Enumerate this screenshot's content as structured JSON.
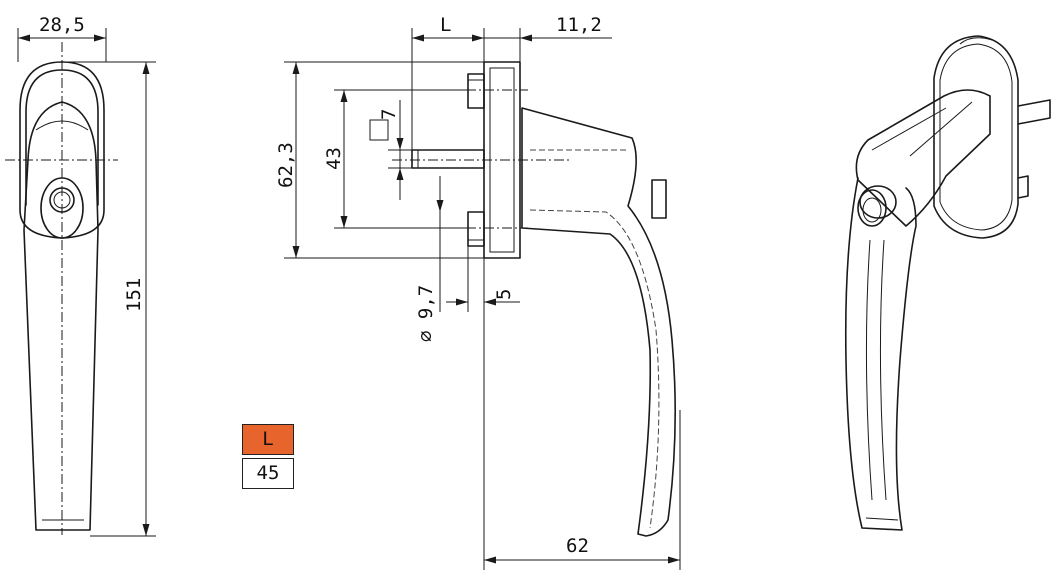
{
  "dimensions": {
    "width_front": "28,5",
    "length": "151",
    "spindle_length": "L",
    "base_thickness": "11,2",
    "plate_height": "62,3",
    "screw_spacing": "43",
    "square_spindle": "7",
    "screw_diameter": "⌀ 9,7",
    "screw_offset": "5",
    "projection": "62"
  },
  "spindle_table": {
    "header": "L",
    "value": "45",
    "header_color": "#e8642d"
  }
}
